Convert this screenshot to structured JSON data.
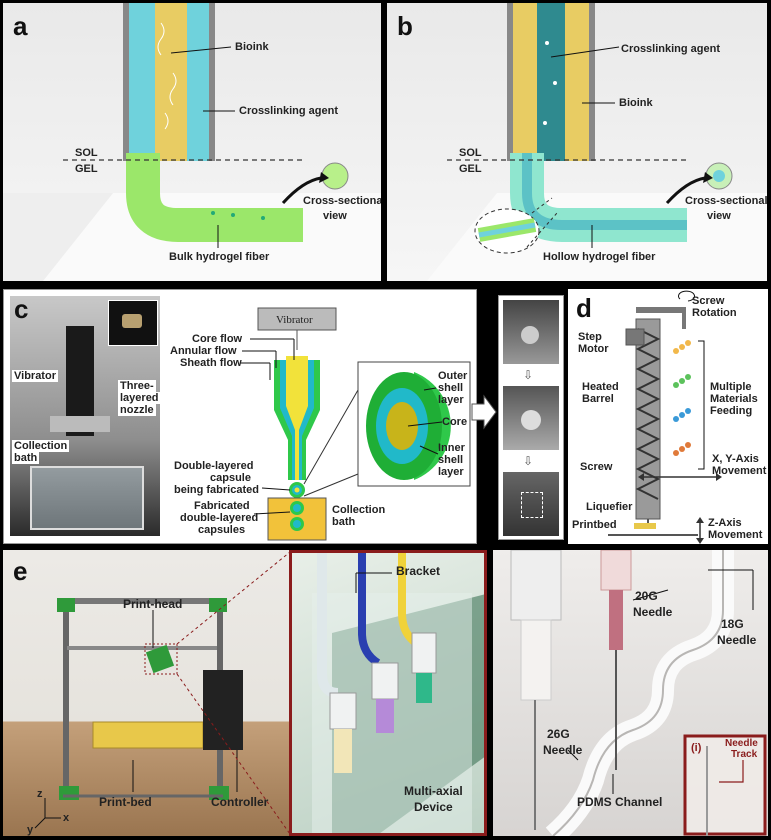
{
  "panel_a": {
    "letter": "a",
    "bioink": "Bioink",
    "crosslinking": "Crosslinking agent",
    "sol": "SOL",
    "gel": "GEL",
    "cross_sectional_1": "Cross-sectional",
    "cross_sectional_2": "view",
    "fiber": "Bulk hydrogel fiber"
  },
  "panel_b": {
    "letter": "b",
    "crosslinking": "Crosslinking agent",
    "bioink": "Bioink",
    "sol": "SOL",
    "gel": "GEL",
    "cross_sectional_1": "Cross-sectional",
    "cross_sectional_2": "view",
    "fiber": "Hollow hydrogel fiber"
  },
  "panel_c": {
    "letter": "c",
    "vibrator_photo": "Vibrator",
    "nozzle_1": "Three-",
    "nozzle_2": "layered",
    "nozzle_3": "nozzle",
    "bath_1": "Collection",
    "bath_2": "bath",
    "vibrator_box": "Vibrator",
    "core_flow": "Core flow",
    "annular_flow": "Annular flow",
    "sheath_flow": "Sheath flow",
    "capsule_1": "Double-layered",
    "capsule_2": "capsule",
    "capsule_3": "being fabricated",
    "fab_1": "Fabricated",
    "fab_2": "double-layered",
    "fab_3": "capsules",
    "coll_1": "Collection",
    "coll_2": "bath",
    "outer_1": "Outer",
    "outer_2": "shell",
    "outer_3": "layer",
    "core": "Core",
    "inner_1": "Inner",
    "inner_2": "shell",
    "inner_3": "layer"
  },
  "panel_d": {
    "letter": "d",
    "screw_rot_1": "Screw",
    "screw_rot_2": "Rotation",
    "step_1": "Step",
    "step_2": "Motor",
    "heated_1": "Heated",
    "heated_2": "Barrel",
    "multi_1": "Multiple",
    "multi_2": "Materials",
    "multi_3": "Feeding",
    "screw": "Screw",
    "xy_1": "X, Y-Axis",
    "xy_2": "Movement",
    "liquefier": "Liquefier",
    "printbed": "Printbed",
    "z_1": "Z-Axis",
    "z_2": "Movement"
  },
  "panel_e": {
    "letter": "e",
    "print_head": "Print-head",
    "print_bed": "Print-bed",
    "controller": "Controller",
    "axis_z": "z",
    "axis_y": "y",
    "axis_x": "x",
    "bracket": "Bracket",
    "multiaxial_1": "Multi-axial",
    "multiaxial_2": "Device",
    "needle20_1": "20G",
    "needle20_2": "Needle",
    "needle18_1": "18G",
    "needle18_2": "Needle",
    "needle26_1": "26G",
    "needle26_2": "Needle",
    "pdms": "PDMS Channel",
    "inset_i": "(i)",
    "track_1": "Needle",
    "track_2": "Track"
  },
  "colors": {
    "crosslinker": "#6fd2dc",
    "bioink": "#e8cc63",
    "gel_fiber": "#9be76a",
    "hollow_fiber": "#8fe6cf",
    "outer_shell": "#2fc84a",
    "inner_shell": "#21b9c9",
    "core": "#c8b41a",
    "frame": "#8a1c1c"
  }
}
